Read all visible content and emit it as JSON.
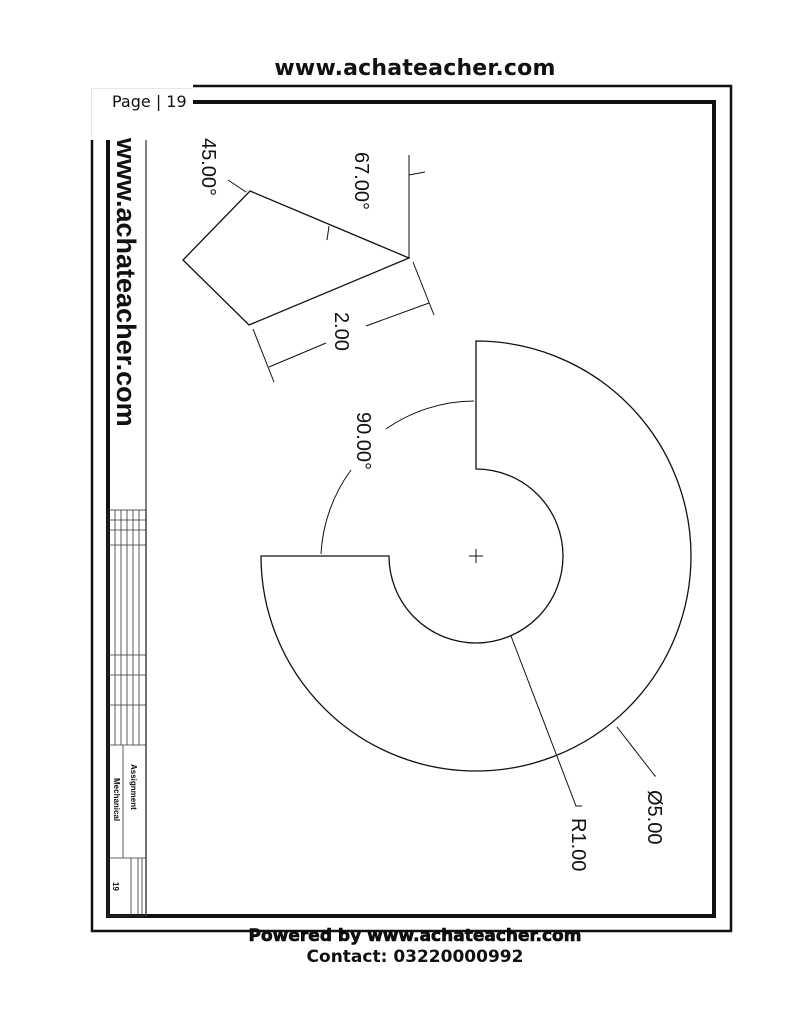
{
  "header": {
    "site": "www.achateacher.com"
  },
  "page": {
    "label": "Page | 19"
  },
  "drawing": {
    "side_watermark": "www.achateacher.com",
    "dimensions": {
      "angle_top": "67.00°",
      "angle_left": "45.00°",
      "length": "2.00",
      "angle_arc": "90.00°",
      "radius": "R1.00",
      "diameter": "Ø5.00"
    },
    "title_block": {
      "title_line1": "Assignment",
      "title_line2": "Mechanical",
      "sheet_number": "19"
    }
  },
  "footer": {
    "powered_by": "Powered by www.achateacher.com",
    "contact": "Contact:  03220000992"
  }
}
